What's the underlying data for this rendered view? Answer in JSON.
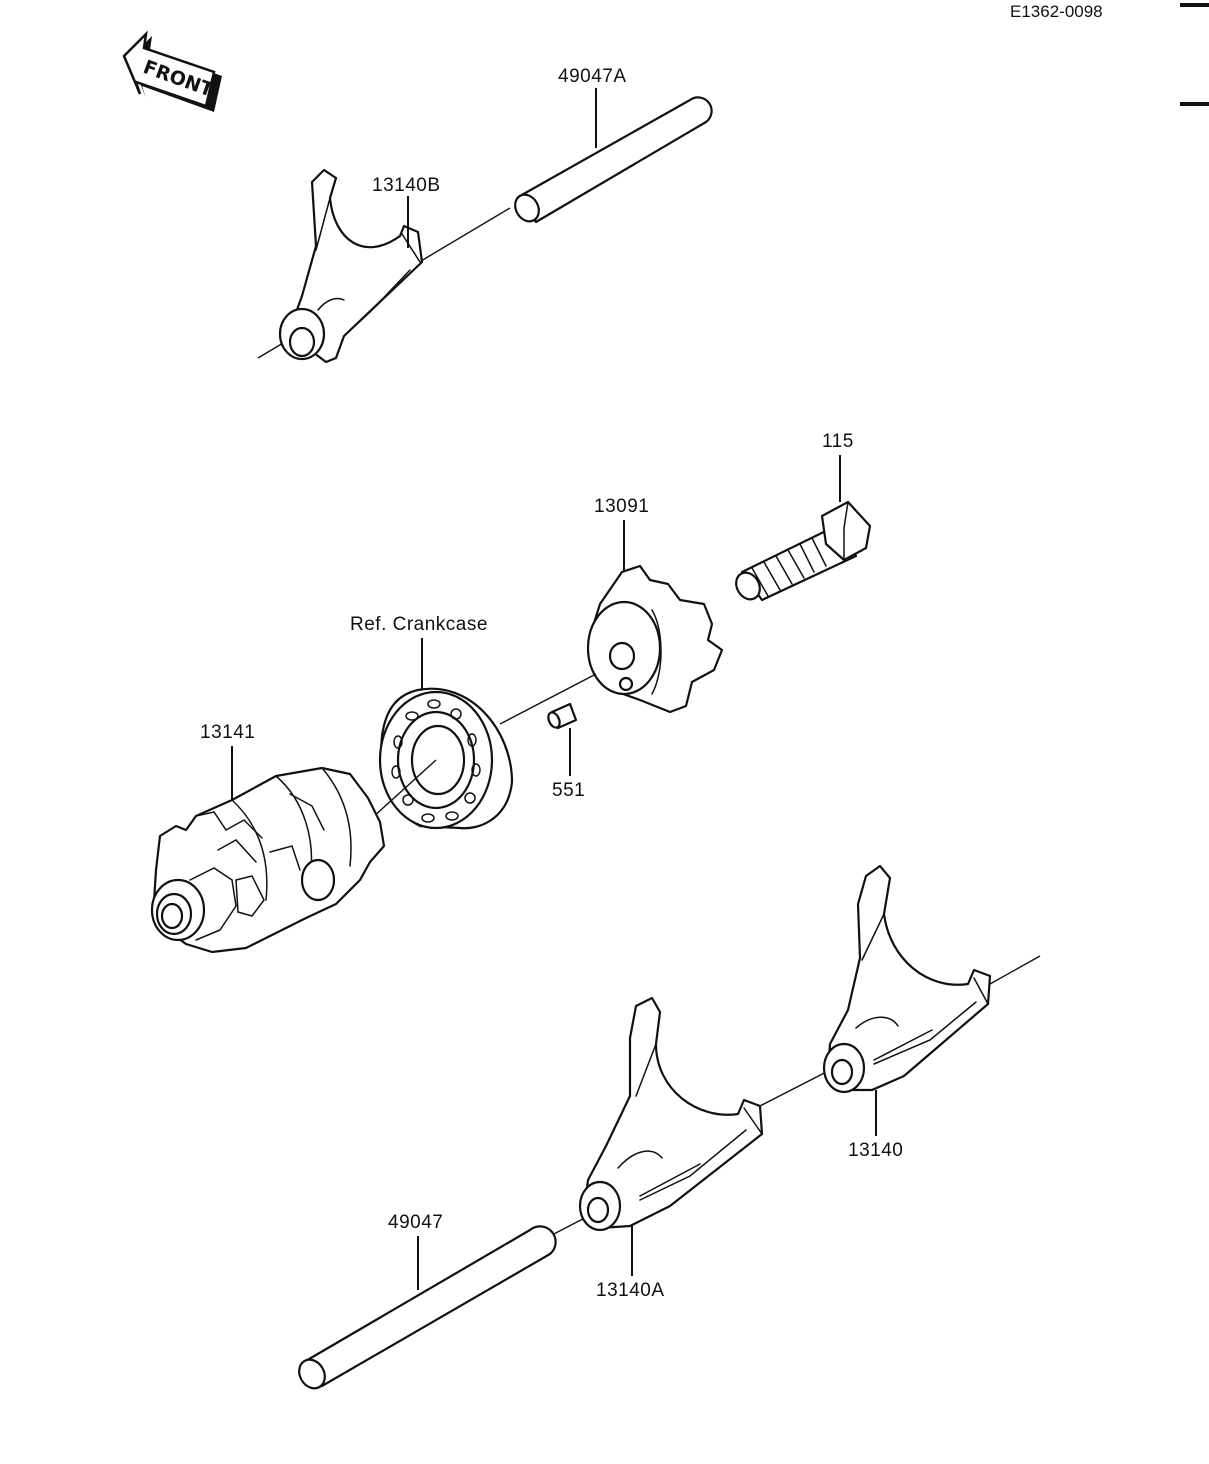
{
  "diagram": {
    "code": "E1362-0098",
    "front_label": "FRONT",
    "labels": {
      "shaft_a": "49047A",
      "fork_b": "13140B",
      "bolt": "115",
      "holder": "13091",
      "bearing_ref": "Ref. Crankcase",
      "drum": "13141",
      "pin": "551",
      "fork": "13140",
      "shaft": "49047",
      "fork_a": "13140A"
    }
  }
}
